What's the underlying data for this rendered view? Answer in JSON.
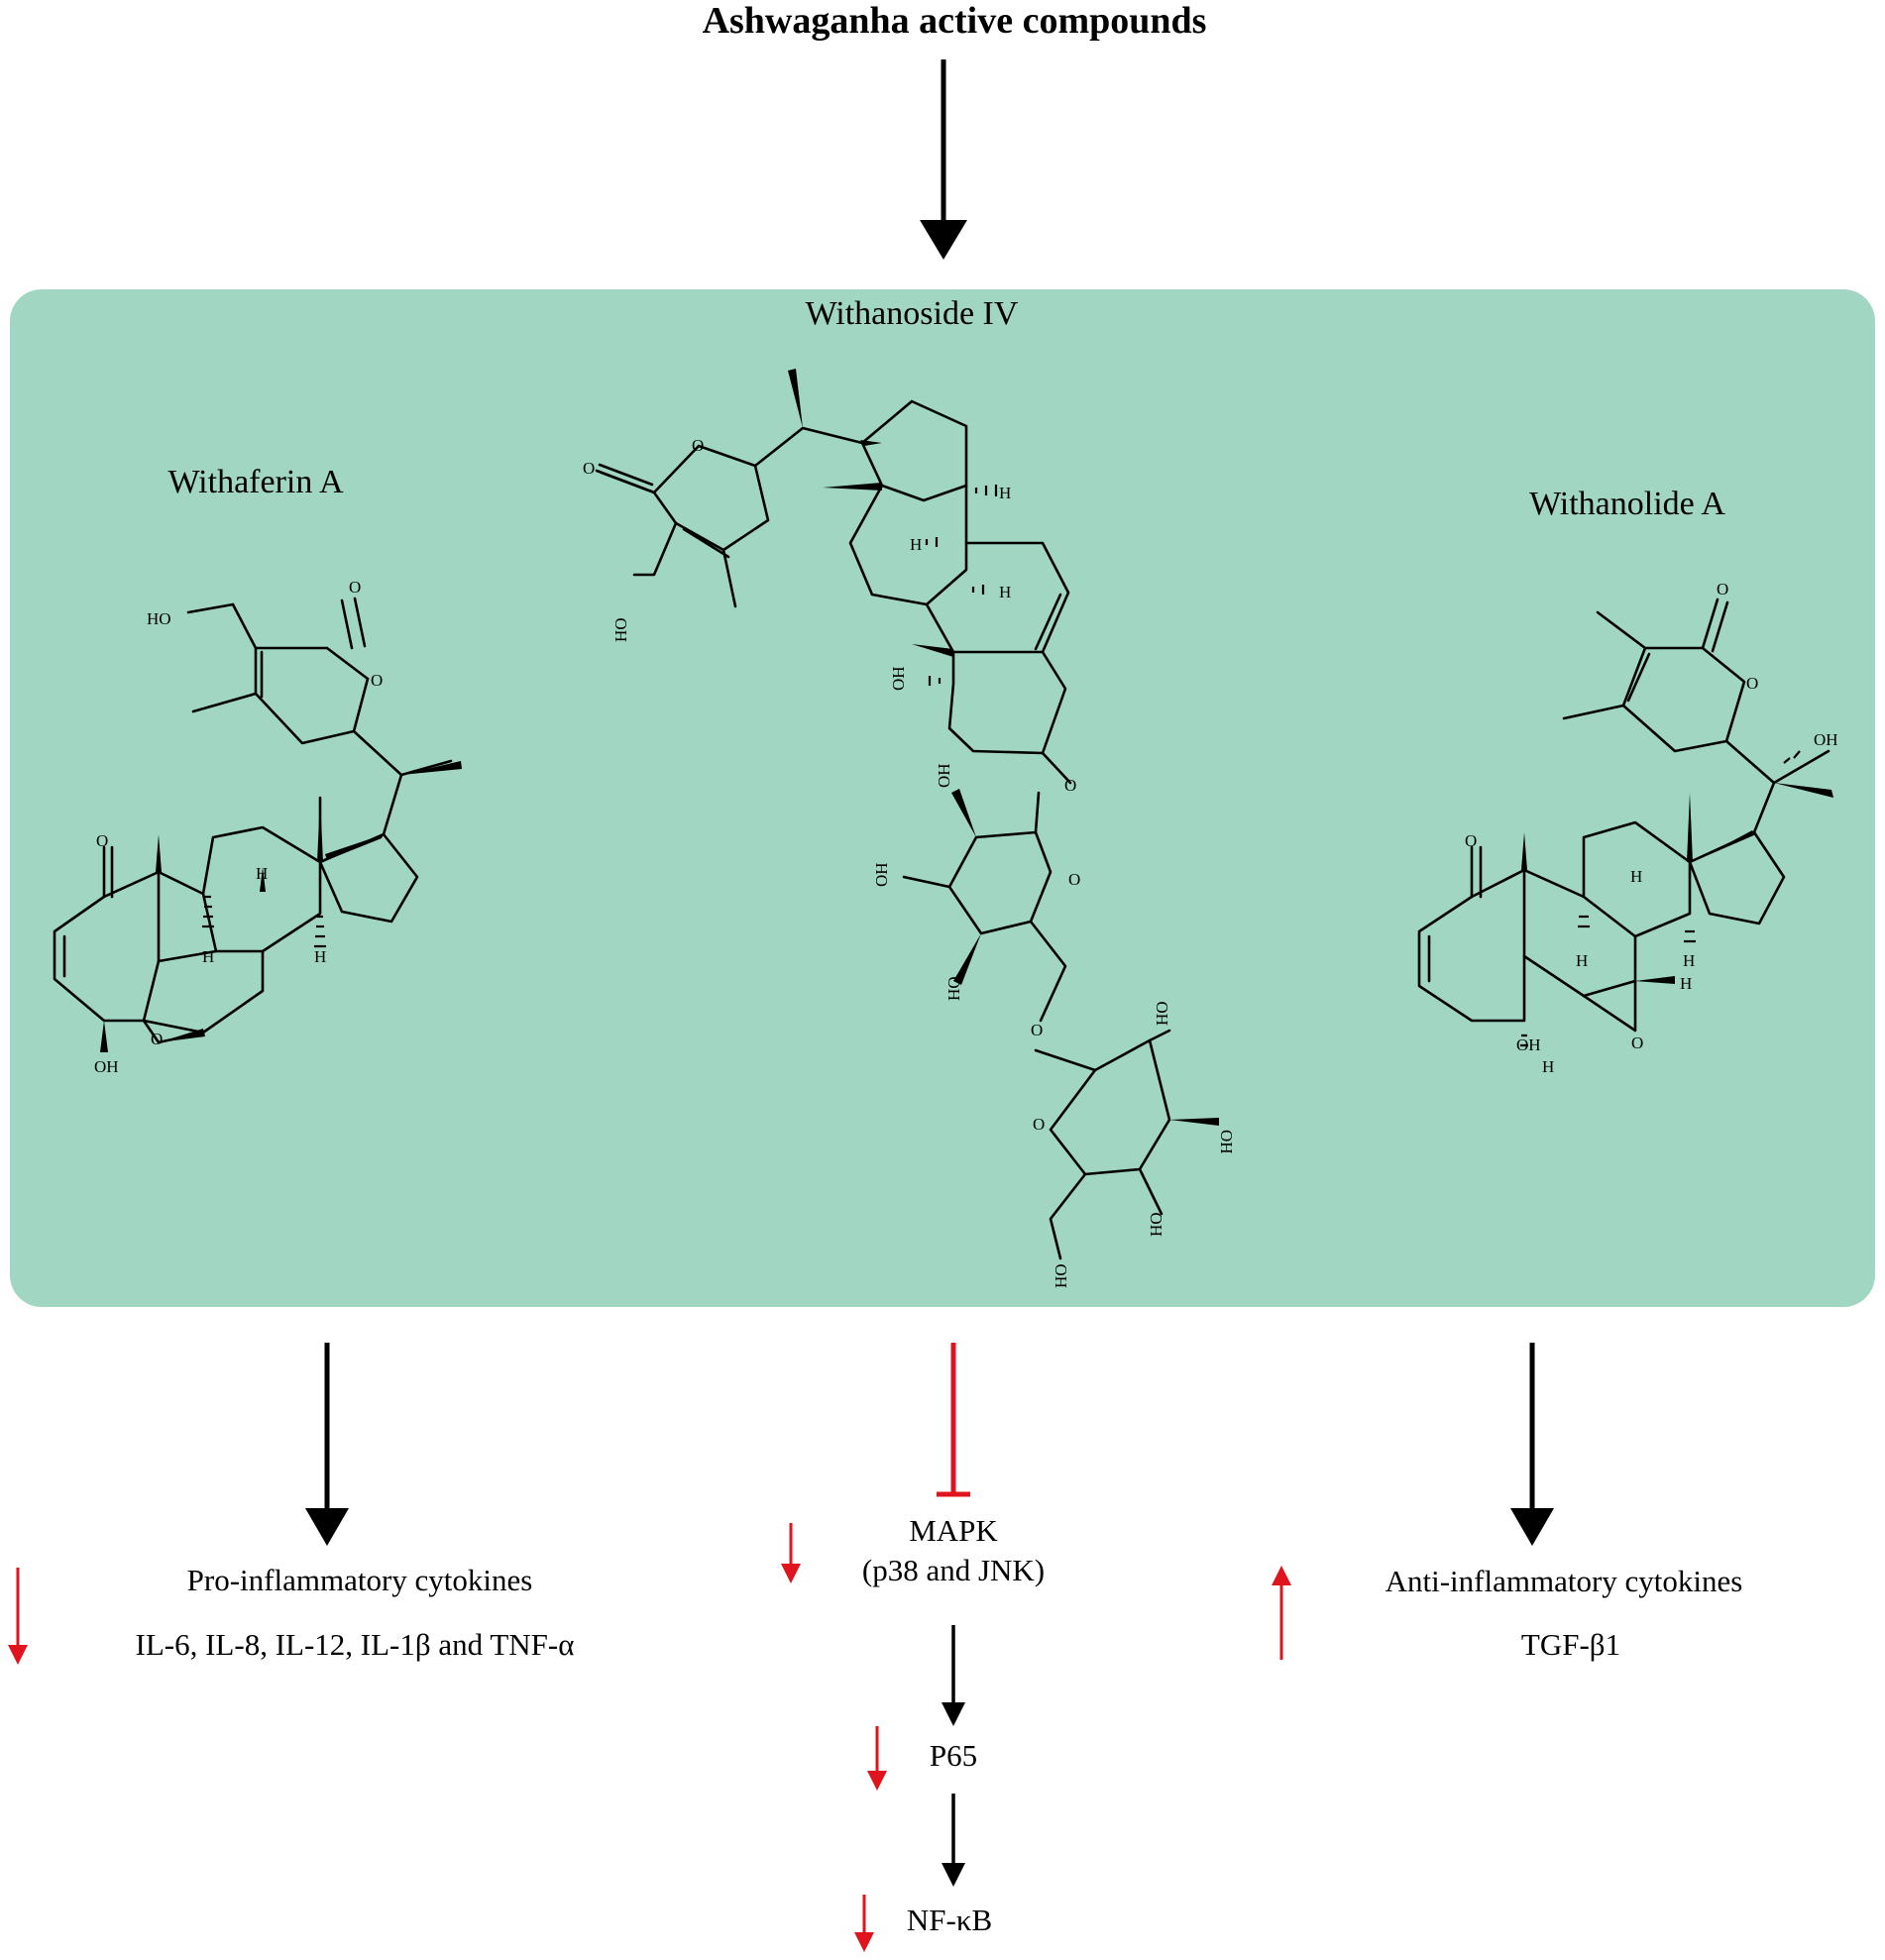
{
  "diagram": {
    "title": "Ashwaganha active compounds",
    "compounds": [
      {
        "id": "withaferin",
        "name": "Withaferin A"
      },
      {
        "id": "withanoside",
        "name": "Withanoside IV"
      },
      {
        "id": "withanolide",
        "name": "Withanolide A"
      }
    ],
    "effects": {
      "left": {
        "heading": "Pro-inflammatory cytokines",
        "detail": "IL-6, IL-8, IL-12, IL-1β and TNF-α",
        "trend": "decrease"
      },
      "middle": {
        "steps": [
          {
            "label": "MAPK",
            "sub": "(p38 and JNK)",
            "trend": "decrease",
            "link": "inhibition"
          },
          {
            "label": "P65",
            "trend": "decrease",
            "link": "activation"
          },
          {
            "label": "NF-κB",
            "trend": "decrease",
            "link": "activation"
          }
        ]
      },
      "right": {
        "heading": "Anti-inflammatory cytokines",
        "detail": "TGF-β1",
        "trend": "increase"
      }
    },
    "atom_labels": {
      "oxygen": "O",
      "hydroxyl": "OH",
      "hydroxyl_rev": "HO",
      "hydrogen": "H"
    },
    "colors": {
      "panel": "#a1d6c2",
      "inhibit": "#e0141e",
      "trend": "#e0141e",
      "arrow": "#000000"
    }
  }
}
